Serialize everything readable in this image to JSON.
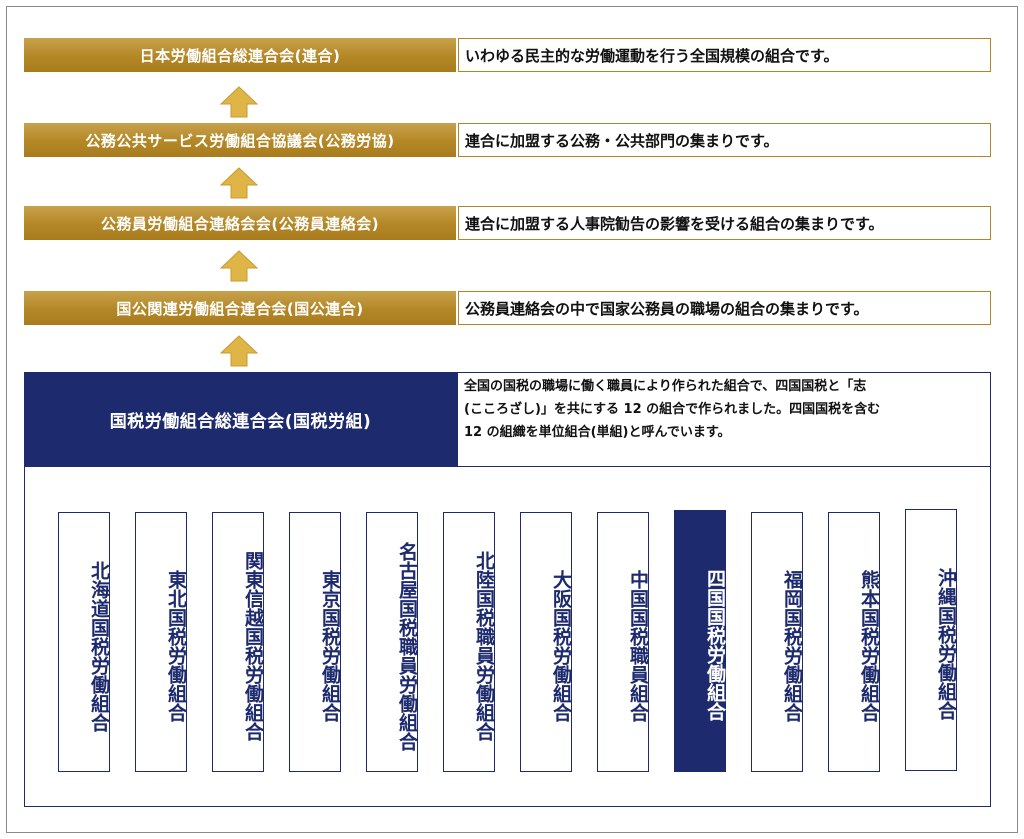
{
  "levels": [
    {
      "name": "日本労働組合総連合会(連合)",
      "desc": "いわゆる民主的な労働運動を行う全国規模の組合です。"
    },
    {
      "name": "公務公共サービス労働組合協議会(公務労協)",
      "desc": "連合に加盟する公務・公共部門の集まりです。"
    },
    {
      "name": "公務員労働組合連絡会会(公務員連絡会)",
      "desc": "連合に加盟する人事院勧告の影響を受ける組合の集まりです。"
    },
    {
      "name": "国公関連労働組合連合会(国公連合)",
      "desc": "公務員連絡会の中で国家公務員の職場の組合の集まりです。"
    }
  ],
  "main": {
    "name": "国税労働組合総連合会(国税労組)",
    "desc_lines": [
      "全国の国税の職場に働く職員により作られた組合で、四国国税と「志",
      "(こころざし)」を共にする 12 の組合で作られました。四国国税を含む",
      "12 の組織を単位組合(単組)と呼んでいます。"
    ]
  },
  "unions": [
    "北海道国税労働組合",
    "東北国税労働組合",
    "関東信越国税労働組合",
    "東京国税労働組合",
    "名古屋国税職員労働組合",
    "北陸国税職員労働組合",
    "大阪国税労働組合",
    "中国国税職員組合",
    "四国国税労働組合",
    "福岡国税労働組合",
    "熊本国税労働組合",
    "沖縄国税労働組合"
  ],
  "highlighted_union": "四国国税労働組合",
  "colors": {
    "gold": "#b48726",
    "navy": "#1d2a6d",
    "arrow": "#e0b548"
  }
}
